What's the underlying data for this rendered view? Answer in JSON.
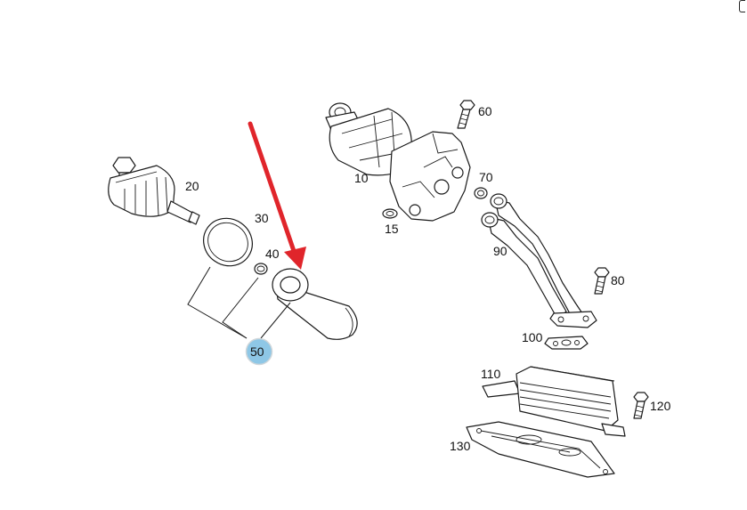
{
  "diagram": {
    "labels": {
      "p10": "10",
      "p15": "15",
      "p20": "20",
      "p30": "30",
      "p40": "40",
      "p50": "50",
      "p60": "60",
      "p70": "70",
      "p80": "80",
      "p90": "90",
      "p100": "100",
      "p110": "110",
      "p120": "120",
      "p130": "130"
    },
    "highlight_label": "50",
    "colors": {
      "arrow": "#e0252b",
      "highlight": "#8ec7e6",
      "line": "#1a1a1a"
    }
  }
}
